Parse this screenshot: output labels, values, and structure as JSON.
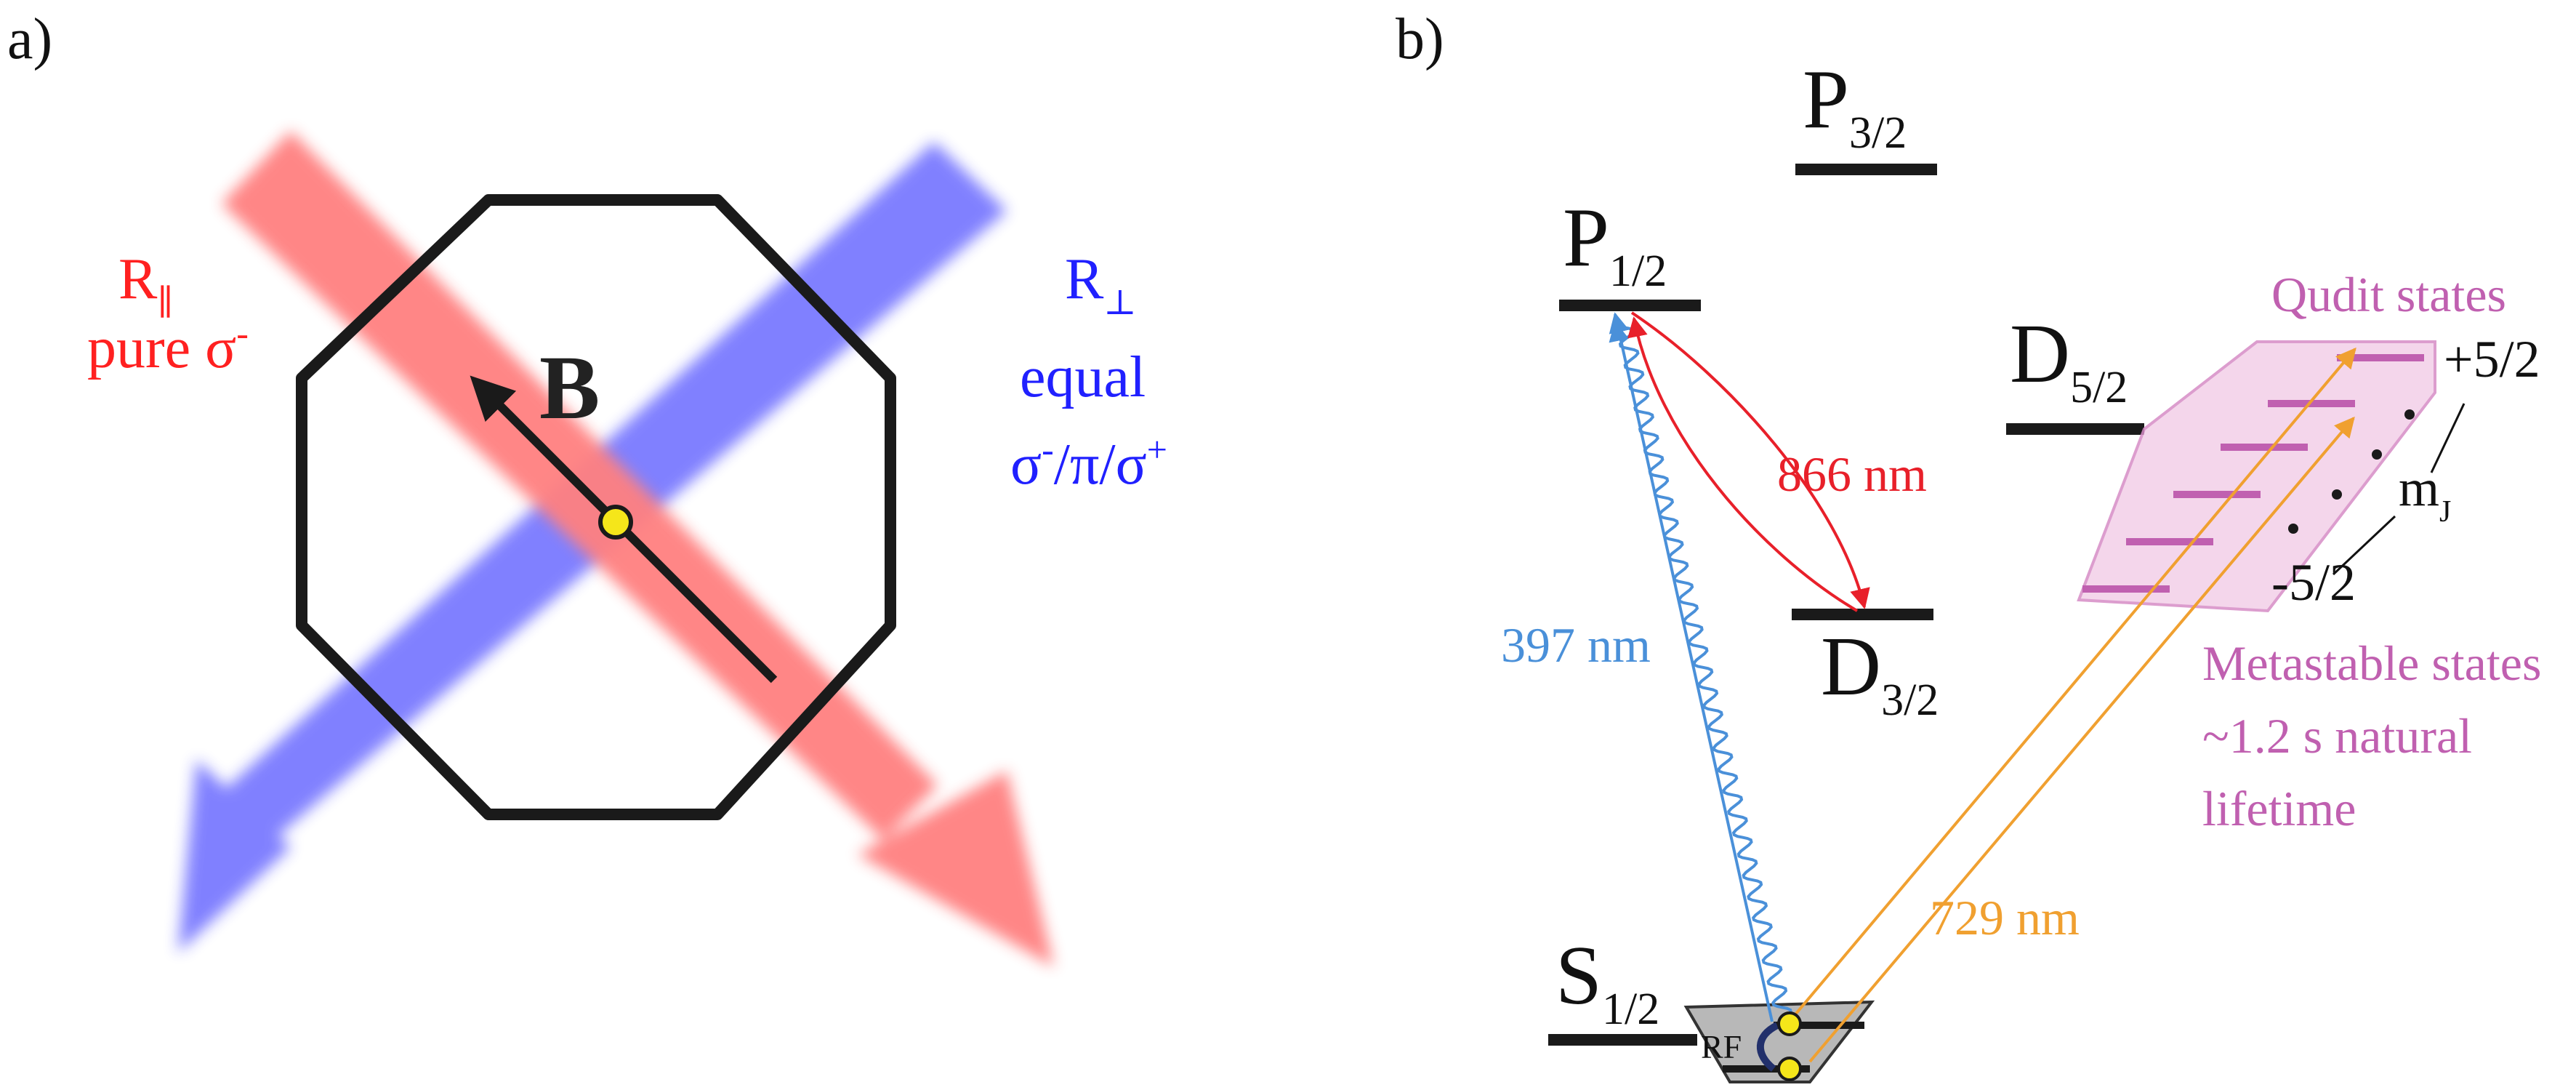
{
  "panel_a": {
    "label": "a)",
    "b_field": "B",
    "red_beam": {
      "name_main": "R",
      "name_sub": "∥",
      "line2_main": "pure σ",
      "line2_sup": "-"
    },
    "blue_beam": {
      "name_main": "R",
      "name_sub": "⊥",
      "line2": "equal",
      "line3_a": "σ",
      "line3_a_sup": "-",
      "line3_b": "/π/σ",
      "line3_b_sup": "+"
    },
    "colors": {
      "red_beam": "#ff8080",
      "blue_beam": "#7a7aff",
      "octagon": "#1a1a1a",
      "ion": "#f5e61a"
    }
  },
  "panel_b": {
    "label": "b)",
    "levels": {
      "S12": {
        "main": "S",
        "sub": "1/2"
      },
      "P12": {
        "main": "P",
        "sub": "1/2"
      },
      "P32": {
        "main": "P",
        "sub": "3/2"
      },
      "D32": {
        "main": "D",
        "sub": "3/2"
      },
      "D52": {
        "main": "D",
        "sub": "5/2"
      }
    },
    "transitions": {
      "t397": "397 nm",
      "t866": "866 nm",
      "t729": "729 nm"
    },
    "rf_label": "RF",
    "qudit_label": "Qudit states",
    "mj_top": "+5/2",
    "mj_bottom": "-5/2",
    "mj_label_main": "m",
    "mj_label_sub": "J",
    "metastable": [
      "Metastable states",
      "~1.2 s natural",
      "lifetime"
    ],
    "colors": {
      "t397": "#4a90d9",
      "t866": "#e8202a",
      "t729": "#f0a030",
      "qudit": "#c060b0",
      "qudit_fill": "#f3cfe8"
    }
  }
}
